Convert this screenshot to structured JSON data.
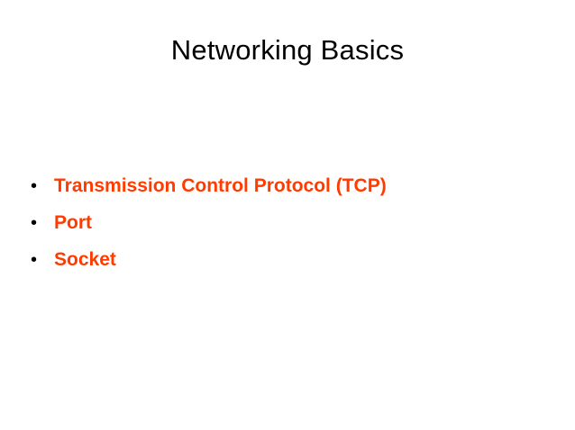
{
  "slide": {
    "title": "Networking Basics",
    "bullets": [
      {
        "marker": "•",
        "text": "Transmission Control Protocol (TCP)"
      },
      {
        "marker": "•",
        "text": "Port"
      },
      {
        "marker": "•",
        "text": "Socket"
      }
    ],
    "colors": {
      "background": "#ffffff",
      "title": "#000000",
      "bullet_text": "#ff3b00",
      "bullet_marker": "#000000"
    }
  }
}
